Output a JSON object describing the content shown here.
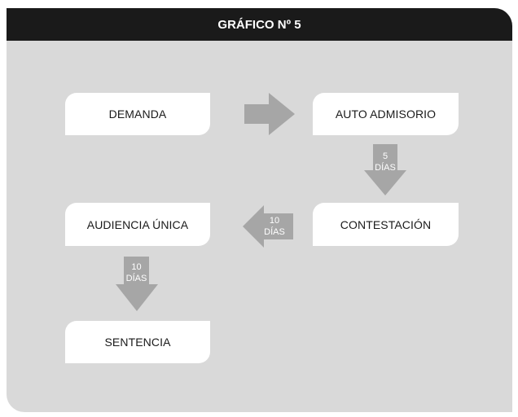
{
  "title": "GRÁFICO Nº 5",
  "nodes": {
    "demanda": "DEMANDA",
    "auto_admisorio": "AUTO ADMISORIO",
    "contestacion": "CONTESTACIÓN",
    "audiencia_unica": "AUDIENCIA ÚNICA",
    "sentencia": "SENTENCIA"
  },
  "arrows": {
    "auto_to_contestacion": "5\nDÍAS",
    "contestacion_to_audiencia": "10\nDÍAS",
    "audiencia_to_sentencia": "10\nDÍAS"
  },
  "colors": {
    "background": "#d9d9d9",
    "header": "#1a1a1a",
    "node": "#ffffff",
    "arrow": "#a6a6a6"
  }
}
